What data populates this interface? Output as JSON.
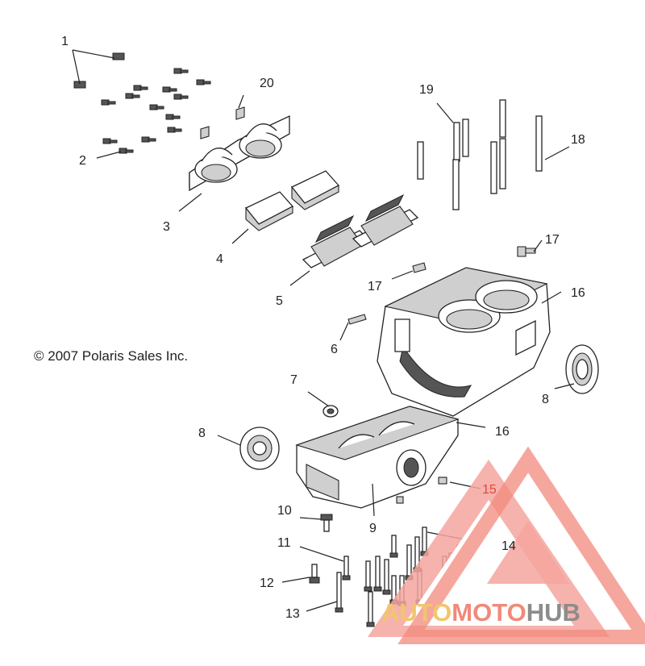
{
  "copyright": "© 2007 Polaris Sales Inc.",
  "callouts": {
    "c1": "1",
    "c2": "2",
    "c3": "3",
    "c4": "4",
    "c5": "5",
    "c6": "6",
    "c7": "7",
    "c8a": "8",
    "c8b": "8",
    "c9": "9",
    "c10": "10",
    "c11": "11",
    "c12": "12",
    "c13": "13",
    "c14": "14",
    "c15": "15",
    "c16a": "16",
    "c16b": "16",
    "c17a": "17",
    "c17b": "17",
    "c18": "18",
    "c19": "19",
    "c20": "20"
  },
  "watermark": {
    "part1": "AUTO",
    "part2": "MOTO",
    "part3": "HUB"
  },
  "colors": {
    "watermark_red": "#f27f73",
    "watermark_yellow": "#f2c56d",
    "watermark_gray": "#8c8c8c"
  }
}
